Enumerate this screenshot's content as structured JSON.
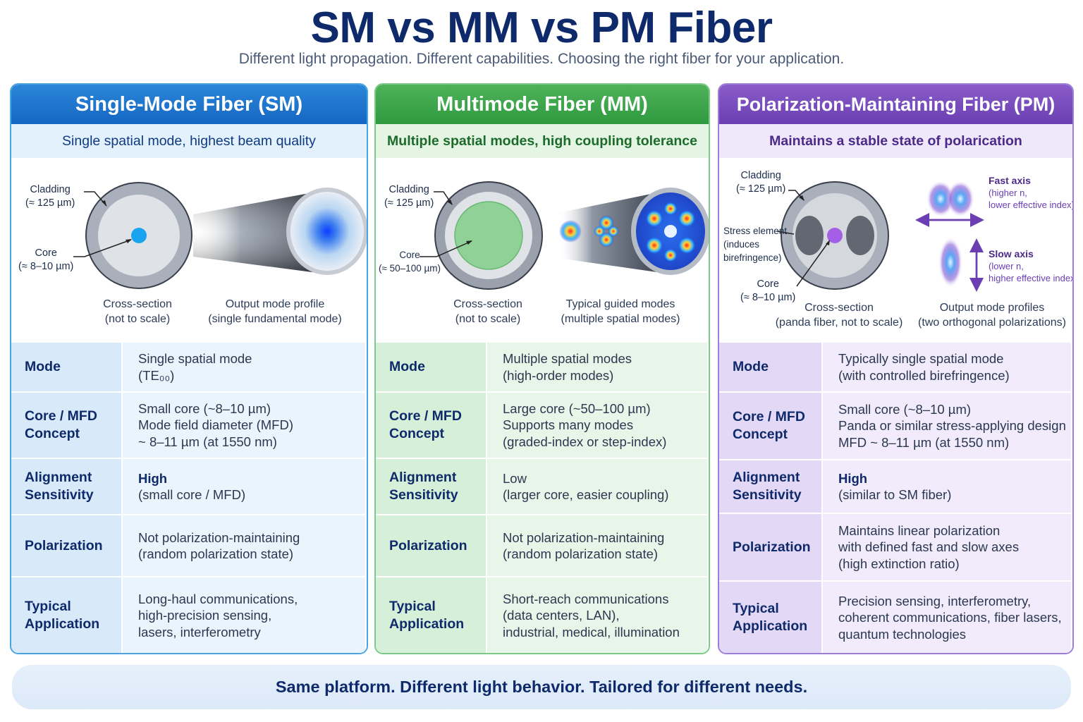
{
  "title": "SM vs MM vs PM Fiber",
  "subtitle": "Different light propagation. Different capabilities. Choosing the right fiber for your application.",
  "panels": {
    "sm": {
      "title": "Single-Mode Fiber (SM)",
      "tagline": "Single spatial mode, highest beam quality",
      "color": "#1a6fca",
      "labels": {
        "cladding": [
          "Cladding",
          "(≈ 125 µm)"
        ],
        "core": [
          "Core",
          "(≈ 8–10 µm)"
        ],
        "cross_section": [
          "Cross-section",
          "(not to scale)"
        ],
        "output": [
          "Output mode profile",
          "(single fundamental mode)"
        ]
      },
      "rows": [
        {
          "key": [
            "Mode"
          ],
          "value": [
            "Single spatial mode",
            "(TE₀₀)"
          ]
        },
        {
          "key": [
            "Core / MFD",
            "Concept"
          ],
          "value": [
            "Small core (~8–10 µm)",
            "Mode field diameter (MFD)",
            "~ 8–11 µm (at 1550 nm)"
          ]
        },
        {
          "key": [
            "Alignment",
            "Sensitivity"
          ],
          "value": [
            "High",
            "(small core / MFD)"
          ]
        },
        {
          "key": [
            "Polarization"
          ],
          "value": [
            "Not polarization-maintaining",
            "(random polarization state)"
          ]
        },
        {
          "key": [
            "Typical",
            "Application"
          ],
          "value": [
            "Long-haul communications,",
            "high-precision sensing,",
            "lasers, interferometry"
          ]
        }
      ]
    },
    "mm": {
      "title": "Multimode Fiber (MM)",
      "tagline": "Multiple spatial modes, high coupling tolerance",
      "color": "#2f9a3f",
      "labels": {
        "cladding": [
          "Cladding",
          "(≈ 125 µm)"
        ],
        "core": [
          "Core",
          "(≈ 50–100 µm)"
        ],
        "cross_section": [
          "Cross-section",
          "(not to scale)"
        ],
        "output": [
          "Typical guided modes",
          "(multiple spatial modes)"
        ]
      },
      "rows": [
        {
          "key": [
            "Mode"
          ],
          "value": [
            "Multiple spatial modes",
            "(high-order modes)"
          ]
        },
        {
          "key": [
            "Core / MFD",
            "Concept"
          ],
          "value": [
            "Large core (~50–100 µm)",
            "Supports many modes",
            "(graded-index or step-index)"
          ]
        },
        {
          "key": [
            "Alignment",
            "Sensitivity"
          ],
          "value": [
            "Low",
            "(larger core, easier coupling)"
          ]
        },
        {
          "key": [
            "Polarization"
          ],
          "value": [
            "Not polarization-maintaining",
            "(random polarization state)"
          ]
        },
        {
          "key": [
            "Typical",
            "Application"
          ],
          "value": [
            "Short-reach communications",
            "(data centers, LAN),",
            "industrial, medical, illumination"
          ]
        }
      ]
    },
    "pm": {
      "title": "Polarization-Maintaining Fiber (PM)",
      "tagline": "Maintains a stable state of polarication",
      "color": "#6b3fb2",
      "labels": {
        "cladding": [
          "Cladding",
          "(≈ 125 µm)"
        ],
        "stress": [
          "Stress element",
          "(induces",
          "birefringence)"
        ],
        "core": [
          "Core",
          "(≈ 8–10 µm)"
        ],
        "cross_section": [
          "Cross-section",
          "(panda fiber, not to scale)"
        ],
        "output": [
          "Output mode profiles",
          "(two orthogonal polarizations)"
        ],
        "fast_axis": [
          "Fast axis",
          "(higher n,",
          "lower effective index)"
        ],
        "slow_axis": [
          "Slow axis",
          "(lower n,",
          "higher effective index)"
        ]
      },
      "rows": [
        {
          "key": [
            "Mode"
          ],
          "value": [
            "Typically single spatial mode",
            "(with controlled birefringence)"
          ]
        },
        {
          "key": [
            "Core / MFD",
            "Concept"
          ],
          "value": [
            "Small core (~8–10 µm)",
            "Panda or similar stress-applying design",
            "MFD ~ 8–11 µm (at 1550 nm)"
          ]
        },
        {
          "key": [
            "Alignment",
            "Sensitivity"
          ],
          "value": [
            "High",
            "(similar to SM fiber)"
          ]
        },
        {
          "key": [
            "Polarization"
          ],
          "value": [
            "Maintains linear polarization",
            "with defined fast and slow axes",
            "(high extinction ratio)"
          ]
        },
        {
          "key": [
            "Typical",
            "Application"
          ],
          "value": [
            "Precision sensing, interferometry,",
            "coherent communications, fiber lasers,",
            "quantum technologies"
          ]
        }
      ]
    }
  },
  "footer": "Same platform. Different light behavior. Tailored for different needs."
}
